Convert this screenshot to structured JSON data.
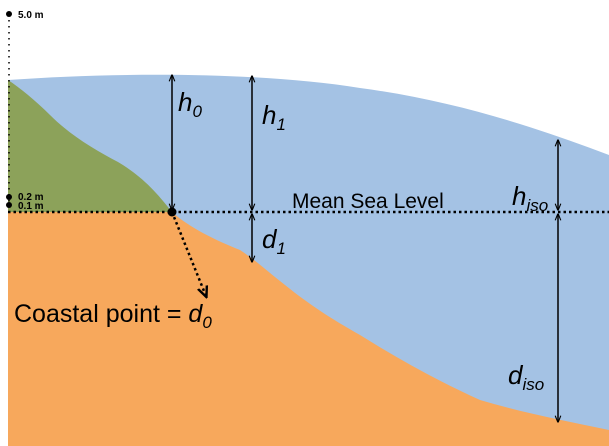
{
  "colors": {
    "water": "#a4c2e4",
    "seabed": "#f7a85c",
    "land": "#8ca25a",
    "line": "#000000"
  },
  "scale": {
    "top": "5.0 m",
    "mid": "0.2 m",
    "low": "0.1 m"
  },
  "labels": {
    "mean_sea_level": "Mean Sea Level",
    "coastal_point": "Coastal point = ",
    "coastal_symbol": "d",
    "coastal_subscript": "0"
  },
  "depths": [
    {
      "symbol": "h",
      "subscript": "0"
    },
    {
      "symbol": "h",
      "subscript": "1"
    },
    {
      "symbol": "d",
      "subscript": "1"
    },
    {
      "symbol": "h",
      "subscript": "iso"
    },
    {
      "symbol": "d",
      "subscript": "iso"
    }
  ]
}
